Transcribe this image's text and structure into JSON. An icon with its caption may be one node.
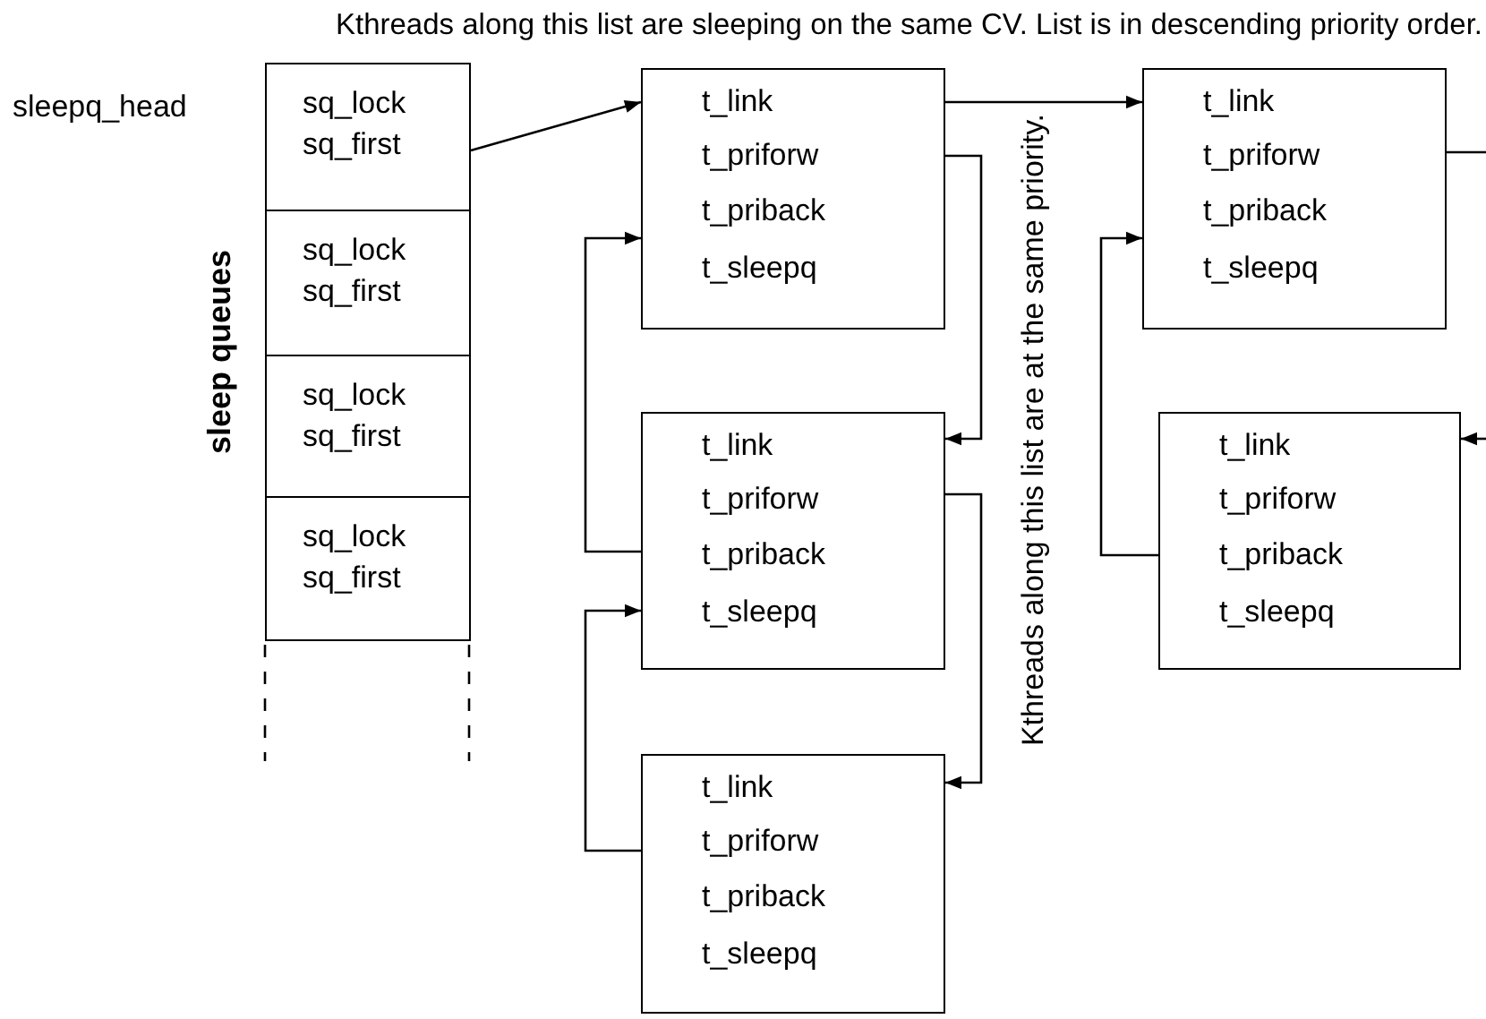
{
  "diagram": {
    "title": "Kthreads along this list are sleeping on the same CV. List is in descending priority order.",
    "nodes": [
      {
        "text": [
          "sq_lock",
          "sq_first"
        ],
        "beside": [
          "sleepq_head"
        ]
      },
      {
        "text": [
          "sq_lock",
          "sq_first"
        ]
      },
      {
        "text": [
          "sq_lock",
          "sq_first"
        ]
      },
      {
        "text": [
          "sq_lock",
          "sq_first"
        ]
      },
      {
        "text": [
          "t_link",
          "t_priforw",
          "t_priback",
          "t_sleepq"
        ]
      },
      {
        "text": [
          "t_link",
          "t_priforw",
          "t_priback",
          "t_sleepq"
        ]
      },
      {
        "text": [
          "t_link",
          "t_priforw",
          "t_priback",
          "t_sleepq"
        ]
      },
      {
        "text": [
          "t_link",
          "t_priforw",
          "t_priback",
          "t_sleepq"
        ]
      },
      {
        "text": [
          "t_link",
          "t_priforw",
          "t_priback",
          "t_sleepq"
        ]
      }
    ],
    "edges": [
      {
        "from": 0,
        "to": 4,
        "arrow": "to"
      },
      {
        "from": 4,
        "to": 7,
        "arrow": "to"
      },
      {
        "from": 4,
        "to": 5,
        "arrow": "to"
      },
      {
        "from": 5,
        "to": 4,
        "arrow": "to"
      },
      {
        "from": 5,
        "to": 6,
        "arrow": "to"
      },
      {
        "from": 6,
        "to": 5,
        "arrow": "to"
      },
      {
        "from": 7,
        "to": null,
        "arrow": "none"
      },
      {
        "from": null,
        "to": 8,
        "arrow": "to"
      },
      {
        "from": 8,
        "to": 7,
        "arrow": "to"
      }
    ],
    "labels": [
      "sleep queues",
      "Kthreads along this list are at the same priority."
    ]
  }
}
